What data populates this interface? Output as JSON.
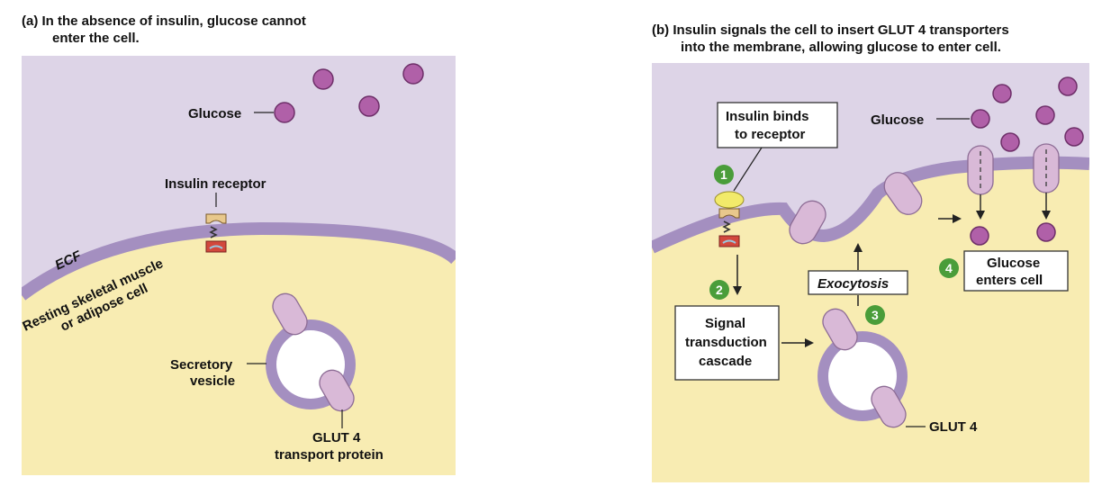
{
  "panel_a": {
    "title_line1": "(a) In the absence of insulin, glucose cannot",
    "title_line2": "enter the cell.",
    "glucose_label": "Glucose",
    "insulin_receptor_label": "Insulin receptor",
    "ecf_label": "ECF",
    "cell_label_line1": "Resting skeletal muscle",
    "cell_label_line2": "or adipose cell",
    "vesicle_label_line1": "Secretory",
    "vesicle_label_line2": "vesicle",
    "glut4_label_line1": "GLUT 4",
    "glut4_label_line2": "transport protein"
  },
  "panel_b": {
    "title_line1": "(b) Insulin signals the cell to insert GLUT 4 transporters",
    "title_line2": "into the membrane, allowing glucose to enter cell.",
    "insulin_box_line1": "Insulin binds",
    "insulin_box_line2": "to receptor",
    "glucose_label": "Glucose",
    "exocytosis_label": "Exocytosis",
    "signal_box_line1": "Signal",
    "signal_box_line2": "transduction",
    "signal_box_line3": "cascade",
    "glucose_enters_line1": "Glucose",
    "glucose_enters_line2": "enters cell",
    "glut4_label": "GLUT 4",
    "steps": [
      "1",
      "2",
      "3",
      "4"
    ]
  },
  "colors": {
    "ecf": "#ddd4e7",
    "cytoplasm": "#f8ecb2",
    "membrane": "#a48fc0",
    "glucose": "#b060a8",
    "glut4": "#d9b9d7",
    "step_badge": "#4a9d3a",
    "receptor_tan": "#e8c88c",
    "receptor_red": "#d2483d",
    "insulin": "#f2ea6a"
  }
}
